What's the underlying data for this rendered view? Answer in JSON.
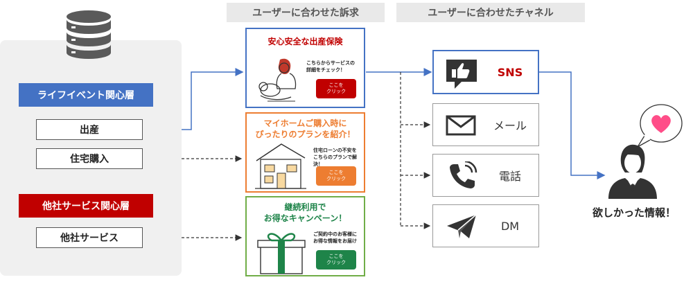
{
  "headers": {
    "appeal": "ユーザーに合わせた訴求",
    "channel": "ユーザーに合わせたチャネル"
  },
  "segments": {
    "life_event": {
      "title": "ライフイベント関心層",
      "items": [
        "出産",
        "住宅購入"
      ],
      "color": "#4472c4"
    },
    "other_service": {
      "title": "他社サービス関心層",
      "items": [
        "他社サービス"
      ],
      "color": "#c00000"
    }
  },
  "cards": [
    {
      "title": "安心安全な出産保険",
      "desc": "こちらからサービスの\n詳細をチェック！",
      "button": "ここを\nクリック",
      "title_color": "#c00000",
      "border_color": "#4472c4",
      "button_color": "#c00000"
    },
    {
      "title": "マイホームご購入時に\nぴったりのプランを紹介！",
      "desc": "住宅ローンの不安を\nこちらのプランで解決！",
      "button": "ここを\nクリック",
      "title_color": "#ed7d31",
      "border_color": "#ed7d31",
      "button_color": "#ed7d31"
    },
    {
      "title": "継続利用で\nお得なキャンペーン！",
      "desc": "ご契約中のお客様に\nお得な情報をお届け",
      "button": "ここを\nクリック",
      "title_color": "#1e8449",
      "border_color": "#70ad47",
      "button_color": "#1e8449"
    }
  ],
  "channels": [
    {
      "label": "SNS",
      "icon": "thumbs-up-icon",
      "highlight": true
    },
    {
      "label": "メール",
      "icon": "mail-icon",
      "highlight": false
    },
    {
      "label": "電話",
      "icon": "phone-icon",
      "highlight": false
    },
    {
      "label": "DM",
      "icon": "paper-plane-icon",
      "highlight": false
    }
  ],
  "result": {
    "caption": "欲しかった情報！",
    "icon": "heart-icon"
  },
  "colors": {
    "accent_blue": "#4472c4",
    "sns_red": "#c00000",
    "heart": "#ff4d88",
    "icon_dark": "#333333"
  }
}
